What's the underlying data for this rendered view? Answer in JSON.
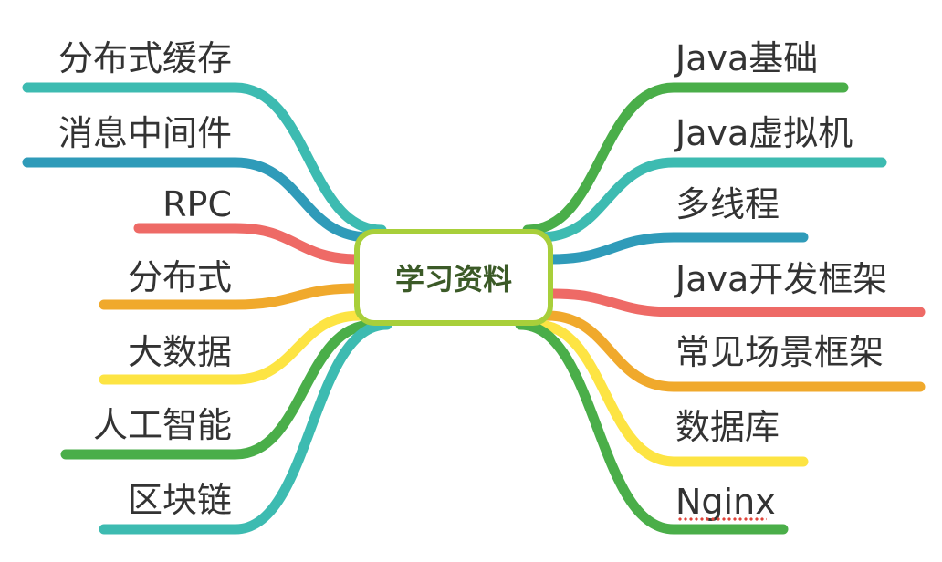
{
  "center": {
    "label": "学习资料",
    "color": "#a8cf3a"
  },
  "left_branches": [
    {
      "label": "分布式缓存",
      "color": "#3dbbb1"
    },
    {
      "label": "消息中间件",
      "color": "#2f9bb9"
    },
    {
      "label": "RPC",
      "color": "#ee6a66"
    },
    {
      "label": "分布式",
      "color": "#f0a92c"
    },
    {
      "label": "大数据",
      "color": "#fde443"
    },
    {
      "label": "人工智能",
      "color": "#4aae49"
    },
    {
      "label": "区块链",
      "color": "#3dbbb1"
    }
  ],
  "right_branches": [
    {
      "label": "Java基础",
      "color": "#4aae49"
    },
    {
      "label": "Java虚拟机",
      "color": "#3dbbb1"
    },
    {
      "label": "多线程",
      "color": "#2f9bb9"
    },
    {
      "label": "Java开发框架",
      "color": "#ee6a66"
    },
    {
      "label": "常见场景框架",
      "color": "#f0a92c"
    },
    {
      "label": "数据库",
      "color": "#fde443"
    },
    {
      "label": "Nginx",
      "color": "#4aae49"
    }
  ]
}
